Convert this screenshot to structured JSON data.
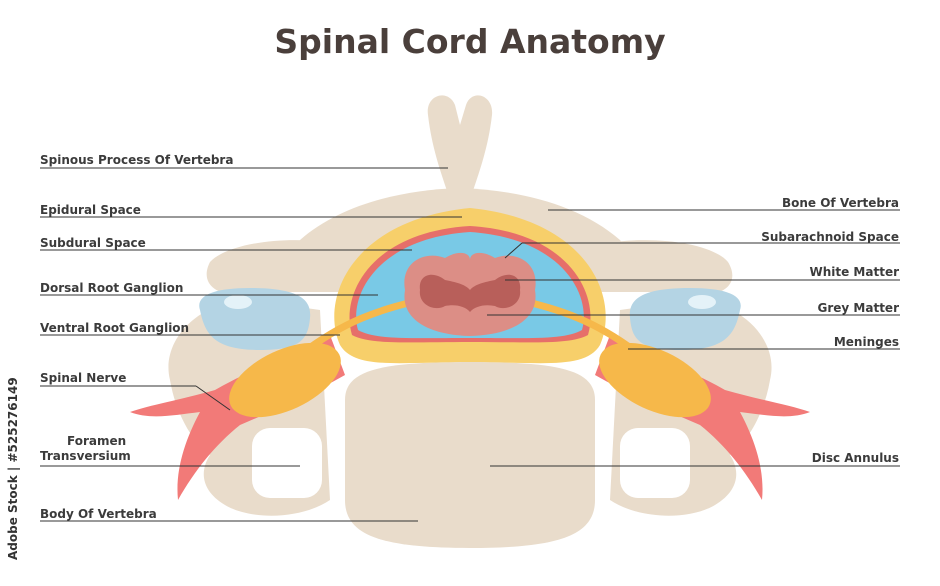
{
  "title": "Spinal Cord Anatomy",
  "labels_left": {
    "spinous_process": "Spinous Process Of Vertebra",
    "epidural_space": "Epidural Space",
    "subdural_space": "Subdural Space",
    "dorsal_root_ganglion": "Dorsal Root Ganglion",
    "ventral_root_ganglion": "Ventral Root Ganglion",
    "spinal_nerve": "Spinal Nerve",
    "foramen_line1": "Foramen",
    "foramen_line2": "Transversium",
    "body_of_vertebra": "Body Of Vertebra"
  },
  "labels_right": {
    "bone_of_vertebra": "Bone Of Vertebra",
    "subarachnoid_space": "Subarachnoid Space",
    "white_matter": "White Matter",
    "grey_matter": "Grey Matter",
    "meninges": "Meninges",
    "disc_annulus": "Disc Annulus"
  },
  "watermark": "Adobe Stock | #525276149",
  "colors": {
    "bone": "#e9dccb",
    "bone_shadow": "#d8c8b4",
    "fat": "#f7cf6a",
    "csf": "#79c9e6",
    "cord_grey": "#c06e66",
    "cord_white": "#dc8e86",
    "nerve_red": "#f27a78",
    "ganglion": "#f6b84a",
    "disc": "#cdb9a2",
    "cartilage": "#b4d4e4",
    "leader": "#333333"
  }
}
